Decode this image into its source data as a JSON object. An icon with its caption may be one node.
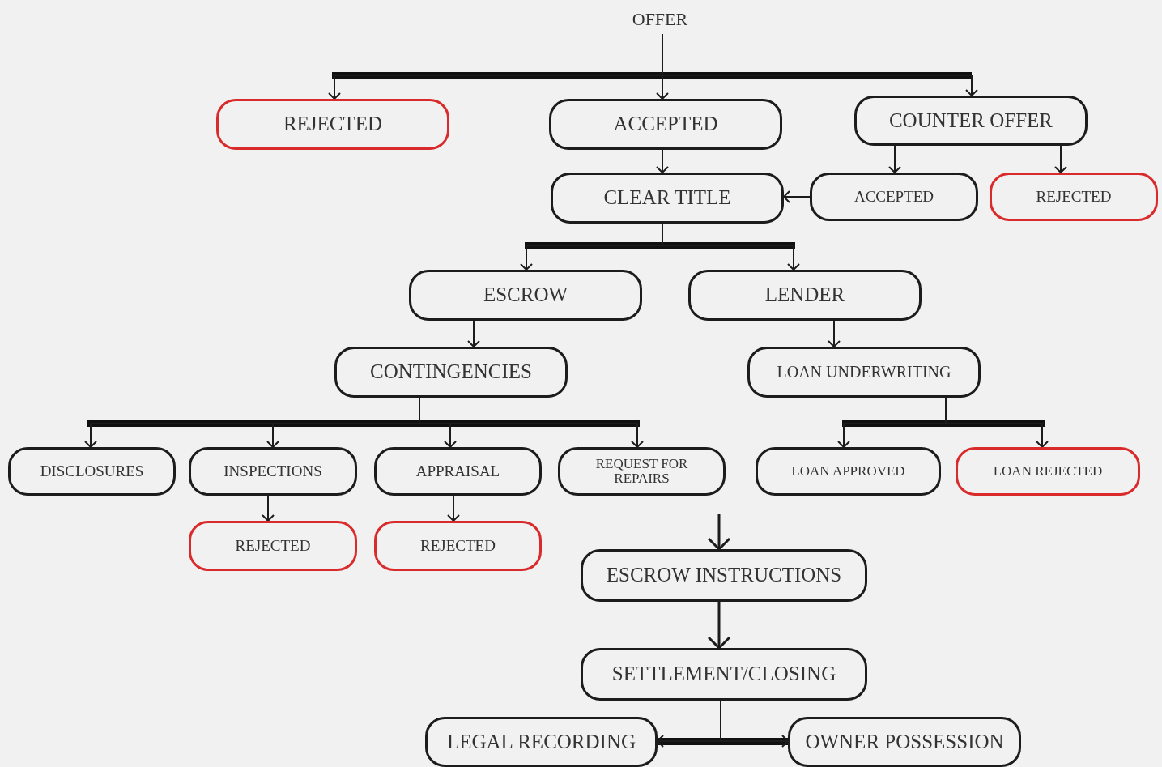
{
  "diagram": {
    "nodes": [
      {
        "text": [
          "OFFER"
        ]
      },
      {
        "text": [
          "REJECTED"
        ]
      },
      {
        "text": [
          "ACCEPTED"
        ]
      },
      {
        "text": [
          "COUNTER OFFER"
        ]
      },
      {
        "text": [
          "CLEAR TITLE"
        ]
      },
      {
        "text": [
          "ACCEPTED"
        ]
      },
      {
        "text": [
          "REJECTED"
        ]
      },
      {
        "text": [
          "ESCROW"
        ]
      },
      {
        "text": [
          "LENDER"
        ]
      },
      {
        "text": [
          "CONTINGENCIES"
        ]
      },
      {
        "text": [
          "LOAN UNDERWRITING"
        ]
      },
      {
        "text": [
          "DISCLOSURES"
        ]
      },
      {
        "text": [
          "INSPECTIONS"
        ]
      },
      {
        "text": [
          "APPRAISAL"
        ]
      },
      {
        "text": [
          "REQUEST FOR REPAIRS"
        ]
      },
      {
        "text": [
          "LOAN APPROVED"
        ]
      },
      {
        "text": [
          "LOAN REJECTED"
        ]
      },
      {
        "text": [
          "REJECTED"
        ]
      },
      {
        "text": [
          "REJECTED"
        ]
      },
      {
        "text": [
          "ESCROW INSTRUCTIONS"
        ]
      },
      {
        "text": [
          "SETTLEMENT/CLOSING"
        ]
      },
      {
        "text": [
          "LEGAL RECORDING"
        ]
      },
      {
        "text": [
          "OWNER POSSESSION"
        ]
      }
    ],
    "edges": [
      {
        "from": 0,
        "to": 1,
        "arrow": "to"
      },
      {
        "from": 0,
        "to": 2,
        "arrow": "to"
      },
      {
        "from": 0,
        "to": 3,
        "arrow": "to"
      },
      {
        "from": 2,
        "to": 4,
        "arrow": "to"
      },
      {
        "from": 3,
        "to": 5,
        "arrow": "to"
      },
      {
        "from": 3,
        "to": 6,
        "arrow": "to"
      },
      {
        "from": 5,
        "to": 4,
        "arrow": "to"
      },
      {
        "from": 4,
        "to": 7,
        "arrow": "to"
      },
      {
        "from": 4,
        "to": 8,
        "arrow": "to"
      },
      {
        "from": 7,
        "to": 9,
        "arrow": "to"
      },
      {
        "from": 8,
        "to": 10,
        "arrow": "to"
      },
      {
        "from": 9,
        "to": 11,
        "arrow": "to"
      },
      {
        "from": 9,
        "to": 12,
        "arrow": "to"
      },
      {
        "from": 9,
        "to": 13,
        "arrow": "to"
      },
      {
        "from": 9,
        "to": 14,
        "arrow": "to"
      },
      {
        "from": 10,
        "to": 15,
        "arrow": "to"
      },
      {
        "from": 10,
        "to": 16,
        "arrow": "to"
      },
      {
        "from": 12,
        "to": 17,
        "arrow": "to"
      },
      {
        "from": 13,
        "to": 18,
        "arrow": "to"
      },
      {
        "from": null,
        "to": 19,
        "arrow": "to"
      },
      {
        "from": 19,
        "to": 20,
        "arrow": "to"
      },
      {
        "from": 20,
        "to": 21,
        "arrow": "to"
      },
      {
        "from": 20,
        "to": 22,
        "arrow": "to"
      }
    ]
  }
}
